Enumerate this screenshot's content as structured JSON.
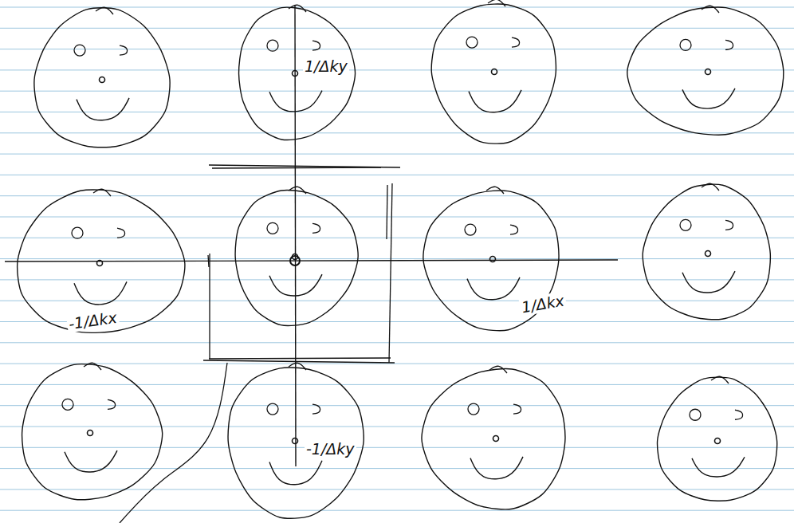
{
  "diagram": {
    "labels": [
      "1/Δky",
      "-1/Δkx",
      "1/Δkx",
      "-1/Δky"
    ]
  }
}
